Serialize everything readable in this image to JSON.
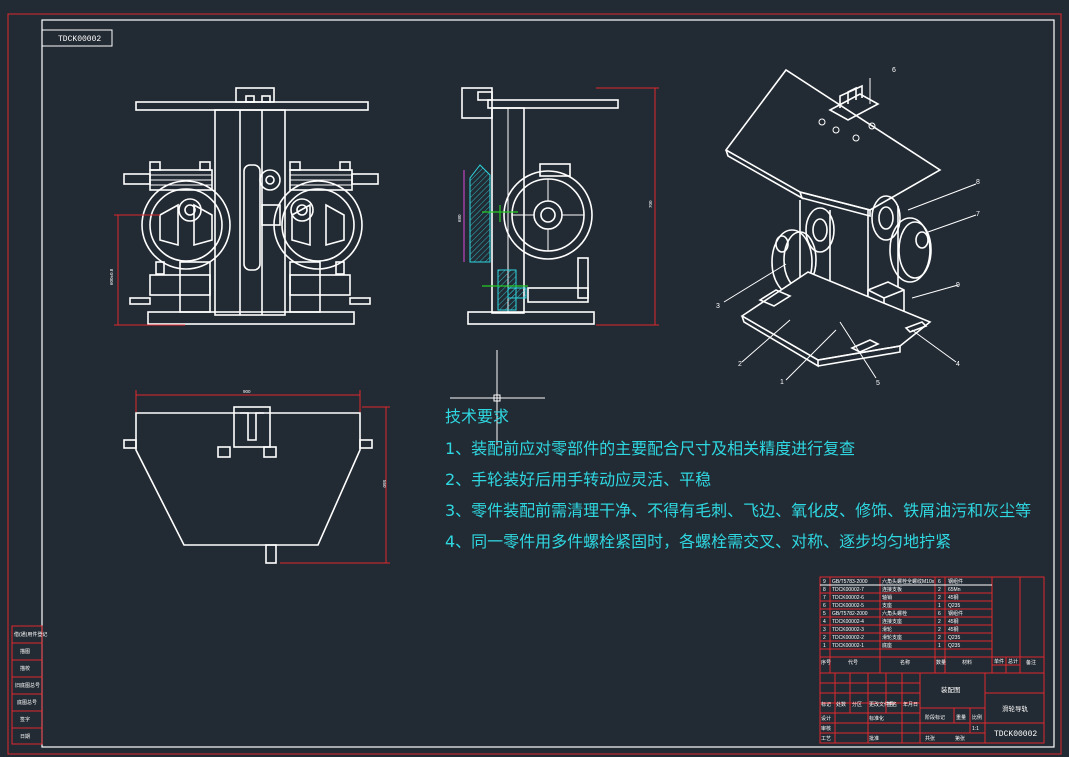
{
  "drawing_number": "TDCK00002",
  "technical_requirements": {
    "heading": "技术要求",
    "items": [
      "1、装配前应对零部件的主要配合尺寸及相关精度进行复查",
      "2、手轮装好后用手转动应灵活、平稳",
      "3、零件装配前需清理干净、不得有毛刺、飞边、氧化皮、修饰、铁屑油污和灰尘等",
      "4、同一零件用多件螺栓紧固时，各螺栓需交叉、对称、逐步均匀地拧紧"
    ]
  },
  "balloons": [
    "6",
    "8",
    "7",
    "3",
    "9",
    "2",
    "1",
    "5",
    "4"
  ],
  "bom_rows": [
    {
      "no": "9",
      "code": "GB/T5783-2000",
      "name": "六角头螺栓全螺纹M10x",
      "qty": "6",
      "material": "钢组件"
    },
    {
      "no": "8",
      "code": "TDCK00002-7",
      "name": "连接支板",
      "qty": "2",
      "material": "65Mn"
    },
    {
      "no": "7",
      "code": "TDCK00002-6",
      "name": "轴销",
      "qty": "2",
      "material": "45钢"
    },
    {
      "no": "6",
      "code": "TDCK00002-5",
      "name": "支座",
      "qty": "1",
      "material": "Q235"
    },
    {
      "no": "5",
      "code": "GB/T5782-2000",
      "name": "六角头螺栓",
      "qty": "6",
      "material": "钢组件"
    },
    {
      "no": "4",
      "code": "TDCK00002-4",
      "name": "连接支座",
      "qty": "2",
      "material": "45钢"
    },
    {
      "no": "3",
      "code": "TDCK00002-3",
      "name": "滑轮",
      "qty": "2",
      "material": "45钢"
    },
    {
      "no": "2",
      "code": "TDCK00002-2",
      "name": "滑轮支座",
      "qty": "2",
      "material": "Q235"
    },
    {
      "no": "1",
      "code": "TDCK00002-1",
      "name": "底座",
      "qty": "1",
      "material": "Q235"
    }
  ],
  "bom_header": {
    "no": "序号",
    "code": "代号",
    "name": "名称",
    "qty": "数量",
    "material": "材料",
    "w1": "单件",
    "w2": "总计",
    "remark": "备注"
  },
  "title_block": {
    "drawing_title": "装配图",
    "assembly_name": "滑轮导轨",
    "drawing_code": "TDCK00002",
    "scale": "1:1",
    "labels": [
      "标记",
      "处数",
      "分区",
      "更改文件号",
      "签名",
      "年月日",
      "设计",
      "标准化",
      "阶段标记",
      "重量",
      "比例",
      "审核",
      "工艺",
      "批准",
      "共张",
      "第张"
    ]
  },
  "side_labels": [
    "借(通)用件登记",
    "旧底图总号",
    "底图总号",
    "签字",
    "日期",
    "描图",
    "描校"
  ],
  "dimensions": {
    "front_height": "600±0.8",
    "side_inner": "680",
    "side_height": "700",
    "top_width": "900",
    "top_depth": "550"
  },
  "colors": {
    "background": "#222a33",
    "lines": "#ffffff",
    "border": "#e0282f",
    "notes": "#2fd7e0",
    "dimensions": "#d94ad9",
    "centerline": "#26c926"
  }
}
